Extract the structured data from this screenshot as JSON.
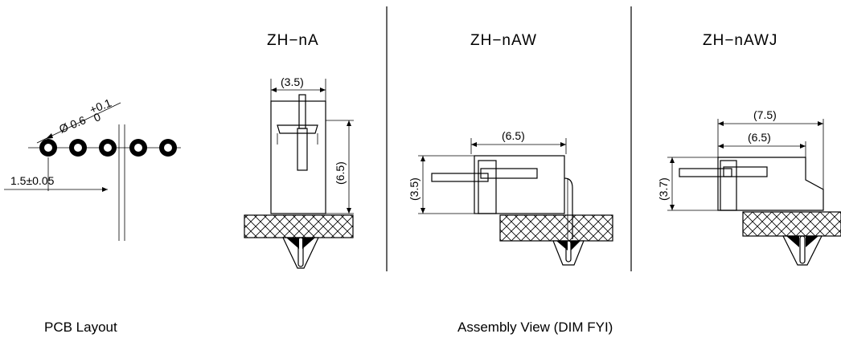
{
  "views": {
    "a": {
      "title": "ZH−nA",
      "dim_top": "(3.5)",
      "dim_side": "(6.5)"
    },
    "aw": {
      "title": "ZH−nAW",
      "dim_top": "(6.5)",
      "dim_side": "(3.5)"
    },
    "awj": {
      "title": "ZH−nAWJ",
      "dim_top1": "(7.5)",
      "dim_top2": "(6.5)",
      "dim_side": "(3.7)"
    }
  },
  "pcb": {
    "hole_label": "Ø 0.6",
    "tol_plus": "+0.1",
    "tol_minus": "0",
    "pitch_label": "1.5±0.05"
  },
  "captions": {
    "pcb_layout": "PCB Layout",
    "assembly": "Assembly View (DIM FYI)"
  }
}
